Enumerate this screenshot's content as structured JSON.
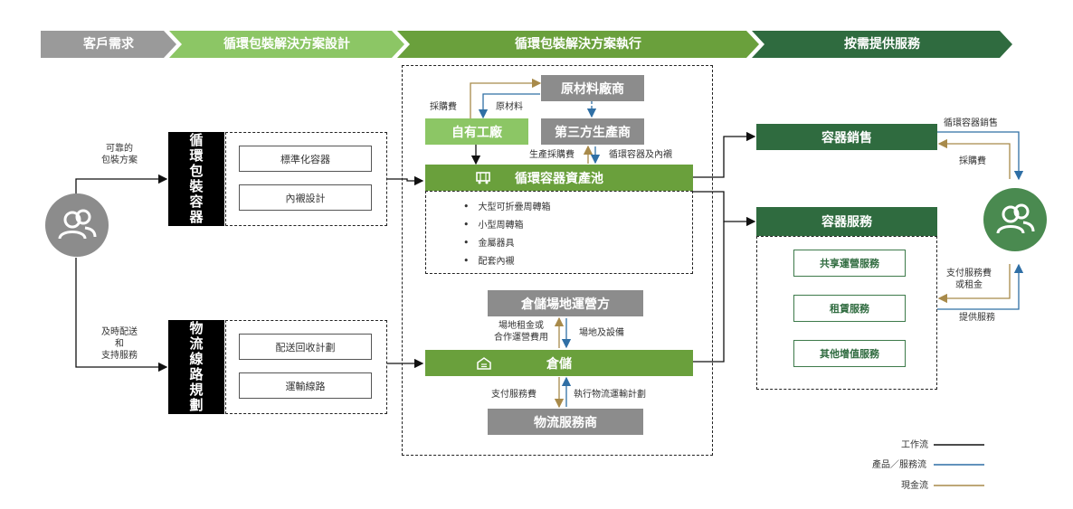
{
  "stages": [
    "客戶需求",
    "循環包裝解決方案設計",
    "循環包裝解決方案執行",
    "按需提供服務"
  ],
  "left": {
    "packaging_label": "循環包裝容器",
    "packaging_items": [
      "標準化容器",
      "內襯設計"
    ],
    "packaging_note": "可靠的\n包裝方案",
    "logistics_label": "物流線路規劃",
    "logistics_items": [
      "配送回收計劃",
      "運輸線路"
    ],
    "logistics_note": "及時配送\n和\n支持服務"
  },
  "center": {
    "raw_supplier": "原材料廠商",
    "own_factory": "自有工廠",
    "third_party": "第三方生產商",
    "pool": "循環容器資產池",
    "pool_items": [
      "大型可折疊周轉箱",
      "小型周轉箱",
      "金屬器具",
      "配套內襯"
    ],
    "warehouse_operator": "倉儲場地運營方",
    "warehouse": "倉儲",
    "logistics_provider": "物流服務商",
    "lbl_purchase_fee": "採購費",
    "lbl_raw_material": "原材料",
    "lbl_production_fee": "生產採購費",
    "lbl_containers_liners": "循環容器及內襯",
    "lbl_rent": "場地租金或\n合作運營費用",
    "lbl_site_equipment": "場地及設備",
    "lbl_pay_service": "支付服務費",
    "lbl_execute_plan": "執行物流運輸計劃"
  },
  "right": {
    "sales": "容器銷售",
    "services": "容器服務",
    "service_items": [
      "共享運營服務",
      "租賃服務",
      "其他增值服務"
    ],
    "lbl_sales": "循環容器銷售",
    "lbl_purchase": "採購費",
    "lbl_pay": "支付服務費\n或租金",
    "lbl_provide": "提供服務"
  },
  "legend": [
    {
      "label": "工作流",
      "color": "#111111"
    },
    {
      "label": "產品／服務流",
      "color": "#2f6fa5"
    },
    {
      "label": "現金流",
      "color": "#a88a4a"
    }
  ],
  "icons": [
    "person-group-icon",
    "container-icon",
    "warehouse-icon"
  ]
}
